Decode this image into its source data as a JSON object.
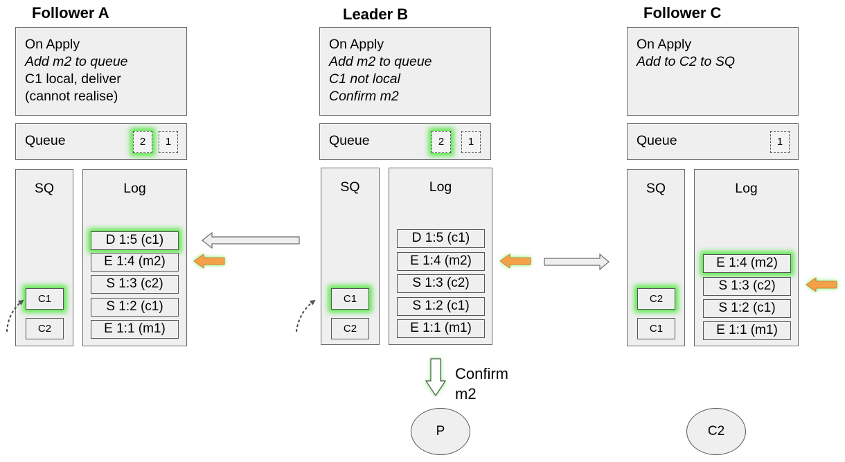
{
  "nodes": {
    "a": {
      "title": "Follower A",
      "apply": [
        "On Apply",
        "Add m2 to queue",
        "C1 local, deliver",
        "(cannot realise)"
      ],
      "queue_label": "Queue",
      "queue": [
        "2",
        "1"
      ],
      "sq_header": "SQ",
      "sq": [
        "C1",
        "C2"
      ],
      "log_header": "Log",
      "log": [
        "D 1:5 (c1)",
        "E 1:4 (m2)",
        "S 1:3 (c2)",
        "S 1:2 (c1)",
        "E 1:1 (m1)"
      ]
    },
    "b": {
      "title": "Leader B",
      "apply": [
        "On Apply",
        "Add m2 to queue",
        "C1 not local",
        "Confirm m2"
      ],
      "queue_label": "Queue",
      "queue": [
        "2",
        "1"
      ],
      "sq_header": "SQ",
      "sq": [
        "C1",
        "C2"
      ],
      "log_header": "Log",
      "log": [
        "D 1:5 (c1)",
        "E 1:4 (m2)",
        "S 1:3 (c2)",
        "S 1:2 (c1)",
        "E 1:1 (m1)"
      ]
    },
    "c": {
      "title": "Follower C",
      "apply": [
        "On Apply",
        "Add to C2 to SQ"
      ],
      "queue_label": "Queue",
      "queue": [
        "1"
      ],
      "sq_header": "SQ",
      "sq": [
        "C2",
        "C1"
      ],
      "log_header": "Log",
      "log": [
        "E 1:4 (m2)",
        "S 1:3 (c2)",
        "S 1:2 (c1)",
        "E 1:1 (m1)"
      ]
    }
  },
  "confirm_label": [
    "Confirm",
    "m2"
  ],
  "publisher": "P",
  "consumer": "C2",
  "colors": {
    "glow": "#3ce628",
    "pointer_arrow": "#f5a04a",
    "replication_arrow": "#efefef",
    "border": "#6b6b6b"
  }
}
